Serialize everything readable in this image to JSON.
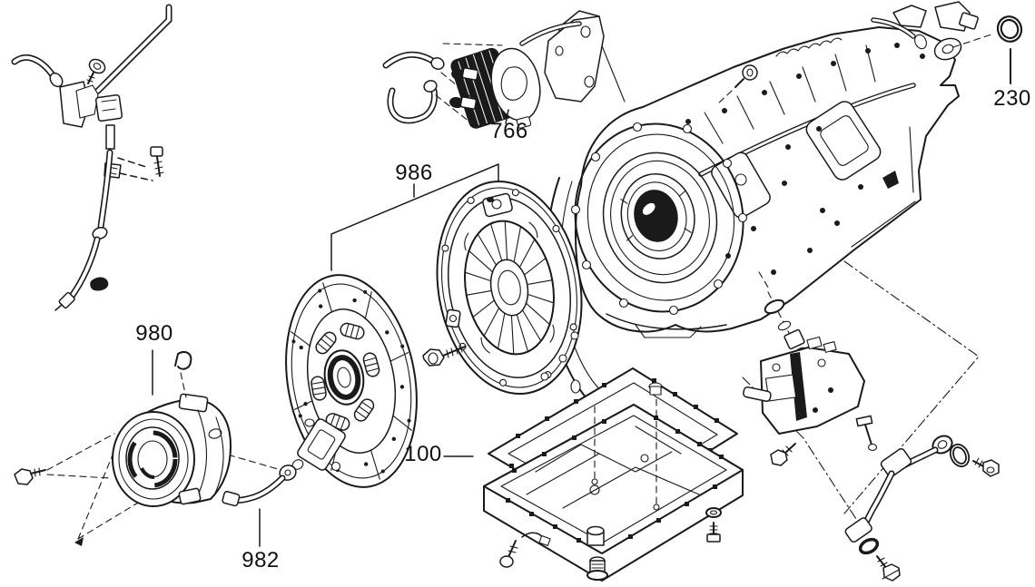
{
  "diagram": {
    "type": "exploded-parts-diagram",
    "subject": "automatic-transmission-clutch-and-oil-pan",
    "background_color": "#ffffff",
    "line_color": "#1a1a1a",
    "labels": [
      {
        "part": "oil-cooler",
        "text": "766"
      },
      {
        "part": "clutch-kit",
        "text": "986"
      },
      {
        "part": "o-ring-seal",
        "text": "230"
      },
      {
        "part": "release-bearing",
        "text": "980"
      },
      {
        "part": "bleeder-hose",
        "text": "982"
      },
      {
        "part": "oil-pan-gasket",
        "text": "100"
      }
    ],
    "parts": [
      "breather-pipe-assembly",
      "oil-cooler",
      "automatic-transmission",
      "o-ring-seal",
      "clutch-disc",
      "pressure-plate",
      "clutch-bolt",
      "release-bearing",
      "bleeder-hose",
      "oil-pan-gasket",
      "oil-pan",
      "valve-body",
      "cooler-hose"
    ]
  }
}
